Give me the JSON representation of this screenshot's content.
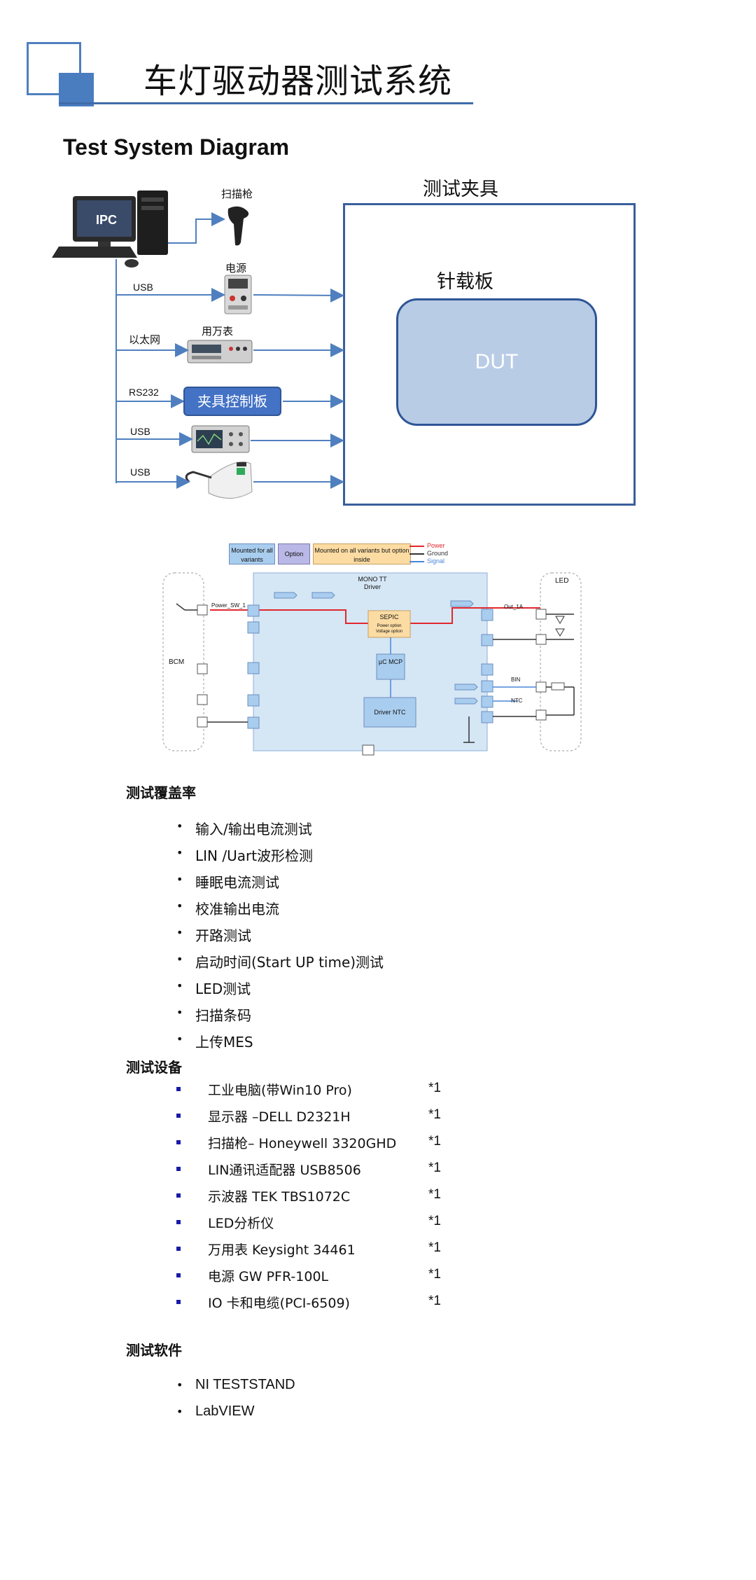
{
  "header": {
    "title": "车灯驱动器测试系统"
  },
  "section_title": "Test System Diagram",
  "system_diagram": {
    "fixture_label": "测试夹具",
    "board_label": "针载板",
    "dut_label": "DUT",
    "ipc_label": "IPC",
    "scanner_label": "扫描枪",
    "power_label": "电源",
    "multimeter_label": "用万表",
    "controller_label": "夹具控制板",
    "links": [
      "USB",
      "以太网",
      "RS232",
      "USB",
      "USB"
    ]
  },
  "wiring_diagram": {
    "legend": {
      "mounted": "Mounted for all variants",
      "option": "Option",
      "mounted_opt": "Mounted on all variants but option inside",
      "power": "Power",
      "ground": "Ground",
      "signal": "Signal"
    },
    "bcm": "BCM",
    "led": "LED",
    "driver_title": "MONO TT Driver",
    "sepic": "SEPIC",
    "sepic_sub": "Power option Voltage option",
    "mcp": "µC MCP",
    "ntc": "Driver NTC",
    "power_sw": "Power_SW_1",
    "out": "Out_1A",
    "bin": "BIN",
    "ntc_right": "NTC"
  },
  "coverage": {
    "heading": "测试覆盖率",
    "items": [
      "输入/输出电流测试",
      "LIN /Uart波形检测",
      "睡眠电流测试",
      "校准输出电流",
      "开路测试",
      "启动时间(Start UP time)测试",
      "LED测试",
      "扫描条码",
      "上传MES"
    ]
  },
  "equipment": {
    "heading": "测试设备",
    "items": [
      {
        "name": "工业电脑(带Win10 Pro)",
        "qty": "*1"
      },
      {
        "name": "显示器 –DELL D2321H",
        "qty": "*1"
      },
      {
        "name": "扫描枪– Honeywell 3320GHD",
        "qty": "*1"
      },
      {
        "name": "LIN通讯适配器 USB8506",
        "qty": "*1"
      },
      {
        "name": "示波器 TEK TBS1072C",
        "qty": "*1"
      },
      {
        "name": "LED分析仪",
        "qty": "*1"
      },
      {
        "name": "万用表 Keysight 34461",
        "qty": "*1"
      },
      {
        "name": "电源 GW PFR-100L",
        "qty": "*1"
      },
      {
        "name": "IO 卡和电缆(PCI-6509)",
        "qty": "*1"
      }
    ]
  },
  "software": {
    "heading": "测试软件",
    "items": [
      "NI TESTSTAND",
      "LabVIEW"
    ]
  },
  "colors": {
    "accent": "#4472c4",
    "dut_fill": "#b8cce6",
    "driver_fill": "#d5e6f5",
    "power": "#e0282e",
    "signal": "#4a86d8"
  }
}
